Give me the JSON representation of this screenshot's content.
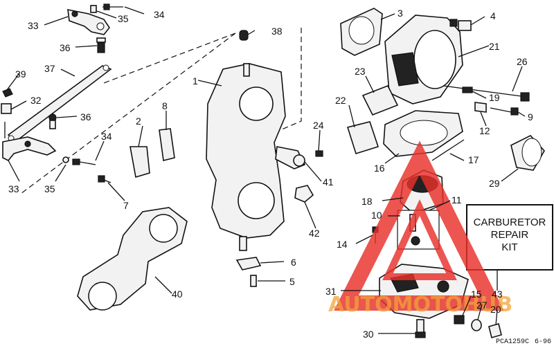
{
  "callouts": [
    {
      "id": "c33a",
      "text": "33"
    },
    {
      "id": "c35a",
      "text": "35"
    },
    {
      "id": "c34a",
      "text": "34"
    },
    {
      "id": "c36a",
      "text": "36"
    },
    {
      "id": "c38",
      "text": "38"
    },
    {
      "id": "c3",
      "text": "3"
    },
    {
      "id": "c4",
      "text": "4"
    },
    {
      "id": "c21",
      "text": "21"
    },
    {
      "id": "c37",
      "text": "37"
    },
    {
      "id": "c39",
      "text": "39"
    },
    {
      "id": "c1",
      "text": "1"
    },
    {
      "id": "c23",
      "text": "23"
    },
    {
      "id": "c26",
      "text": "26"
    },
    {
      "id": "c32",
      "text": "32"
    },
    {
      "id": "c36b",
      "text": "36"
    },
    {
      "id": "c22",
      "text": "22"
    },
    {
      "id": "c19",
      "text": "19"
    },
    {
      "id": "c2",
      "text": "2"
    },
    {
      "id": "c8",
      "text": "8"
    },
    {
      "id": "c9",
      "text": "9"
    },
    {
      "id": "c12",
      "text": "12"
    },
    {
      "id": "c24",
      "text": "24"
    },
    {
      "id": "c34b",
      "text": "34"
    },
    {
      "id": "c17",
      "text": "17"
    },
    {
      "id": "c16",
      "text": "16"
    },
    {
      "id": "c33b",
      "text": "33"
    },
    {
      "id": "c35b",
      "text": "35"
    },
    {
      "id": "c7",
      "text": "7"
    },
    {
      "id": "c41",
      "text": "41"
    },
    {
      "id": "c29",
      "text": "29"
    },
    {
      "id": "c18",
      "text": "18"
    },
    {
      "id": "c11",
      "text": "11"
    },
    {
      "id": "c10",
      "text": "10"
    },
    {
      "id": "c42",
      "text": "42"
    },
    {
      "id": "c14",
      "text": "14"
    },
    {
      "id": "c6",
      "text": "6"
    },
    {
      "id": "c5",
      "text": "5"
    },
    {
      "id": "c40",
      "text": "40"
    },
    {
      "id": "c31",
      "text": "31"
    },
    {
      "id": "c43",
      "text": "43"
    },
    {
      "id": "c15",
      "text": "15"
    },
    {
      "id": "c27",
      "text": "27"
    },
    {
      "id": "c20",
      "text": "20"
    },
    {
      "id": "c30",
      "text": "30"
    }
  ],
  "kit_box": {
    "line1": "CARBURETOR",
    "line2": "REPAIR",
    "line3": "KIT"
  },
  "watermark": {
    "text": "AUTOMOTOHUB",
    "color": "#e8302a",
    "secondary": "#f2a33a"
  },
  "figure_code": {
    "left": "PCA1259C",
    "right": "6-96"
  }
}
